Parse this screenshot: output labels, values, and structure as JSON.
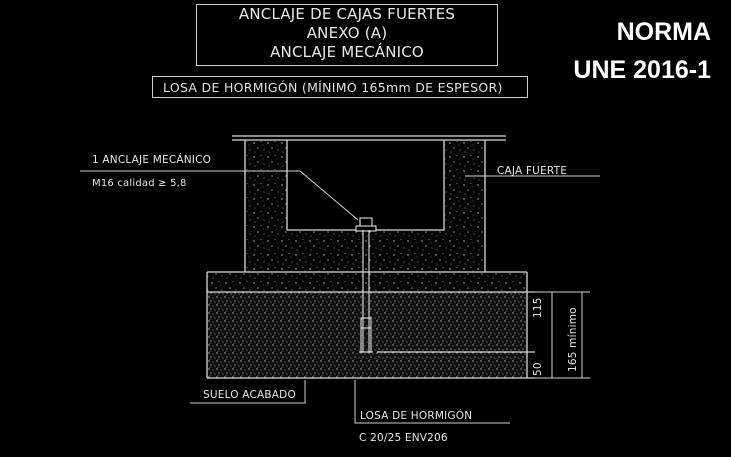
{
  "title": {
    "line1": "ANCLAJE DE CAJAS FUERTES",
    "line2": "ANEXO (A)",
    "line3": "ANCLAJE MECÁNICO"
  },
  "standard": {
    "line1": "NORMA",
    "line2": "UNE 2016-1"
  },
  "subtitle": "LOSA DE HORMIGÓN (MÍNIMO 165mm DE ESPESOR)",
  "labels": {
    "anchor_title": "1 ANCLAJE MECÁNICO",
    "anchor_spec": "M16 calidad ≥ 5,8",
    "safe": "CAJA FUERTE",
    "floor": "SUELO ACABADO",
    "slab_title": "LOSA DE HORMIGÓN",
    "slab_spec": "C 20/25 ENV206"
  },
  "dimensions": {
    "upper": "115",
    "lower": "50",
    "total": "165 mínimo"
  },
  "colors": {
    "background": "#000000",
    "lines": "#d8d8d8",
    "text": "#e6e6e6"
  }
}
